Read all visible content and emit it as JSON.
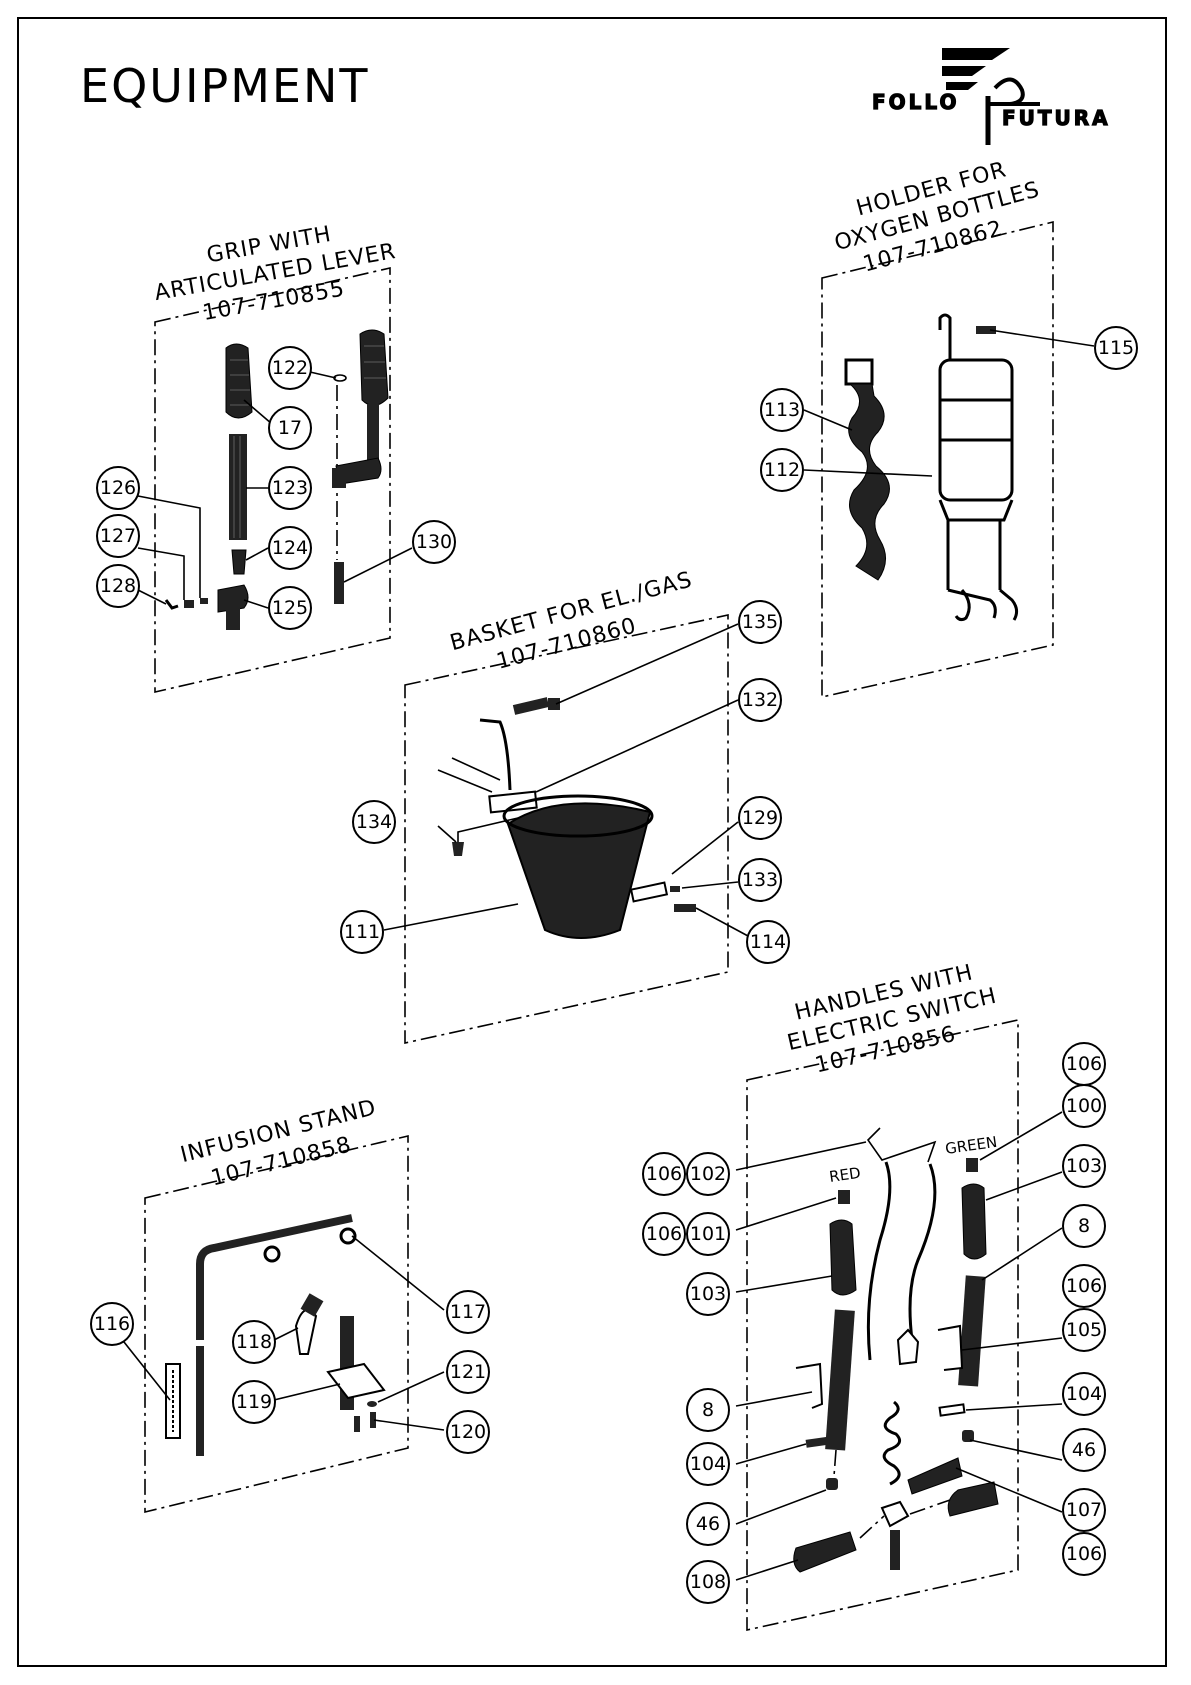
{
  "title": "EQUIPMENT",
  "logo": {
    "left": "FOLLO",
    "right": "FUTURA"
  },
  "assemblies": {
    "grip": {
      "line1": "GRIP WITH",
      "line2": "ARTICULATED LEVER",
      "code": "107-710855"
    },
    "oxygen": {
      "line1": "HOLDER FOR",
      "line2": "OXYGEN BOTTLES",
      "code": "107-710862"
    },
    "basket": {
      "line1": "BASKET FOR EL./GAS",
      "code": "107-710860"
    },
    "handles": {
      "line1": "HANDLES WITH",
      "line2": "ELECTRIC SWITCH",
      "code": "107-710856"
    },
    "infusion": {
      "line1": "INFUSION STAND",
      "code": "107-710858"
    }
  },
  "labels": {
    "red": "RED",
    "green": "GREEN"
  },
  "callouts": [
    "122",
    "17",
    "123",
    "124",
    "125",
    "126",
    "127",
    "128",
    "130",
    "113",
    "112",
    "115",
    "135",
    "132",
    "134",
    "129",
    "133",
    "111",
    "114",
    "106",
    "100",
    "103",
    "8",
    "106",
    "105",
    "104",
    "46",
    "107",
    "106",
    "106",
    "102",
    "106",
    "101",
    "103",
    "8",
    "104",
    "46",
    "108",
    "116",
    "118",
    "119",
    "117",
    "121",
    "120"
  ],
  "colors": {
    "ink": "#000000",
    "paper": "#ffffff"
  }
}
